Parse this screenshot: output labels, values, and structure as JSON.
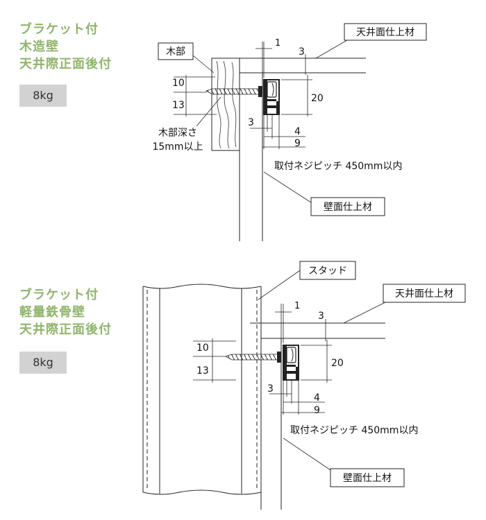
{
  "sections": [
    {
      "title_lines": [
        "ブラケット付",
        "木造壁",
        "天井際正面後付"
      ],
      "weight": "8kg",
      "labels": {
        "wood": "木部",
        "ceiling_finish": "天井面仕上材",
        "wall_finish": "壁面仕上材",
        "depth_line1": "木部深さ",
        "depth_line2": "15mm以上",
        "pitch": "取付ネジピッチ 450mm以内"
      },
      "dims": {
        "d1": "1",
        "d3top": "3",
        "d10": "10",
        "d13": "13",
        "d20": "20",
        "d3": "3",
        "d4": "4",
        "d9": "9"
      }
    },
    {
      "title_lines": [
        "ブラケット付",
        "軽量鉄骨壁",
        "天井際正面後付"
      ],
      "weight": "8kg",
      "labels": {
        "stud": "スタッド",
        "ceiling_finish": "天井面仕上材",
        "wall_finish": "壁面仕上材",
        "pitch": "取付ネジピッチ 450mm以内"
      },
      "dims": {
        "d1": "1",
        "d3top": "3",
        "d10": "10",
        "d13": "13",
        "d20": "20",
        "d3": "3",
        "d4": "4",
        "d9": "9"
      }
    }
  ]
}
